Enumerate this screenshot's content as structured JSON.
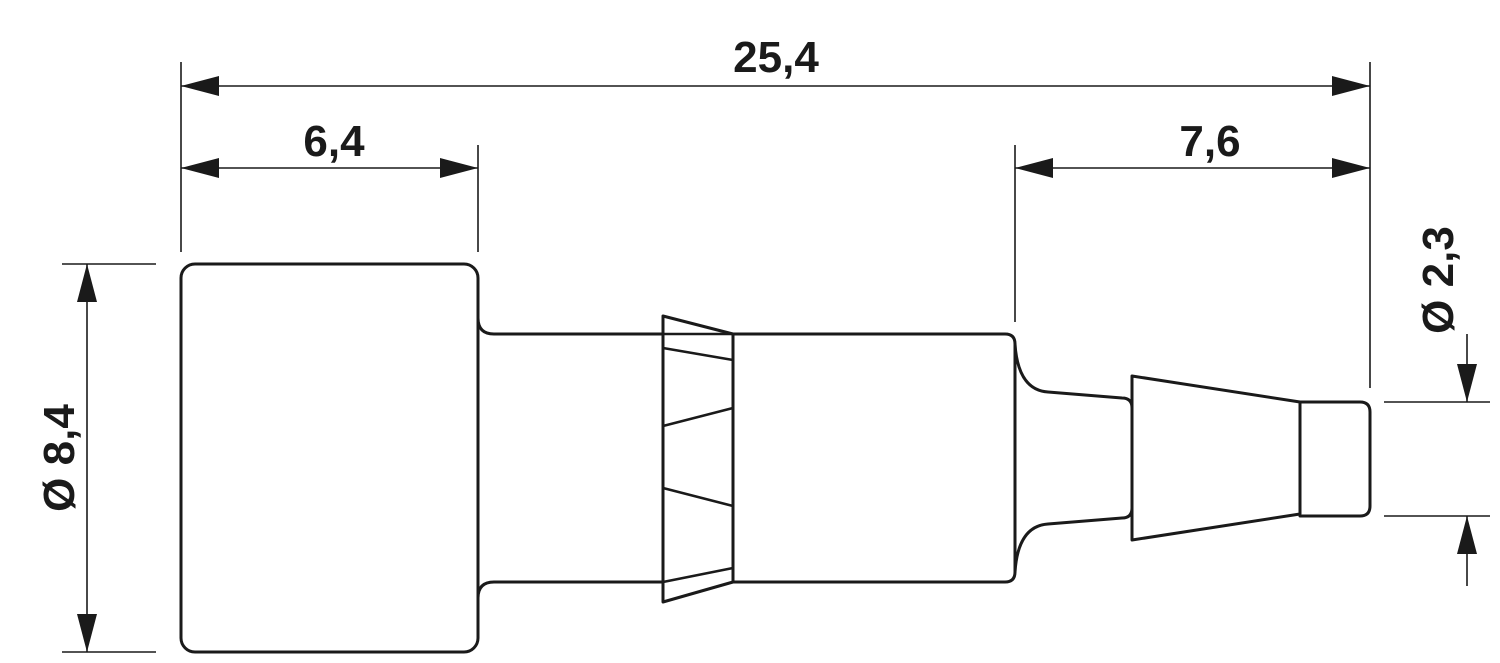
{
  "dimensions": {
    "overall_length": "25,4",
    "head_length": "6,4",
    "tip_length": "7,6",
    "head_diameter": "Ø 8,4",
    "tip_diameter": "Ø 2,3"
  }
}
